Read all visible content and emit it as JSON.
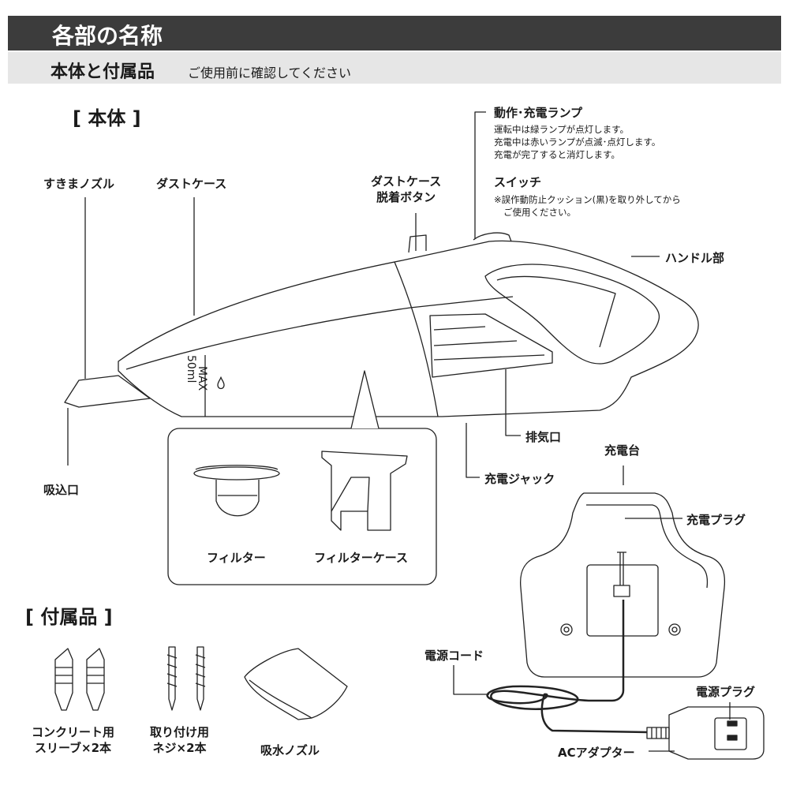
{
  "header": {
    "title": "各部の名称"
  },
  "subheader": {
    "title": "本体と付属品",
    "note": "ご使用前に確認してください"
  },
  "main_body": {
    "section_title": "[ 本体 ]",
    "labels": {
      "gap_nozzle": "すきまノズル",
      "dust_case": "ダストケース",
      "dust_case_release_line1": "ダストケース",
      "dust_case_release_line2": "脱着ボタン",
      "lamp": "動作･充電ランプ",
      "lamp_note_1": "運転中は緑ランプが点灯します。",
      "lamp_note_2": "充電中は赤いランプが点滅･点灯します。",
      "lamp_note_3": "充電が完了すると消灯します。",
      "switch": "スイッチ",
      "switch_note_1": "※誤作動防止クッション(黒)を取り外してから",
      "switch_note_2": "ご使用ください。",
      "handle": "ハンドル部",
      "exhaust": "排気口",
      "charge_jack": "充電ジャック",
      "intake": "吸込口",
      "max_mark": "MAX",
      "capacity": "50ml"
    },
    "inset": {
      "filter": "フィルター",
      "filter_case": "フィルターケース"
    }
  },
  "charger": {
    "stand": "充電台",
    "charge_plug": "充電プラグ",
    "power_cord": "電源コード",
    "power_plug": "電源プラグ",
    "ac_adapter": "ACアダプター"
  },
  "accessories": {
    "section_title": "[ 付属品 ]",
    "sleeve_line1": "コンクリート用",
    "sleeve_line2": "スリーブ×2本",
    "screw_line1": "取り付け用",
    "screw_line2": "ネジ×2本",
    "water_nozzle": "吸水ノズル"
  }
}
